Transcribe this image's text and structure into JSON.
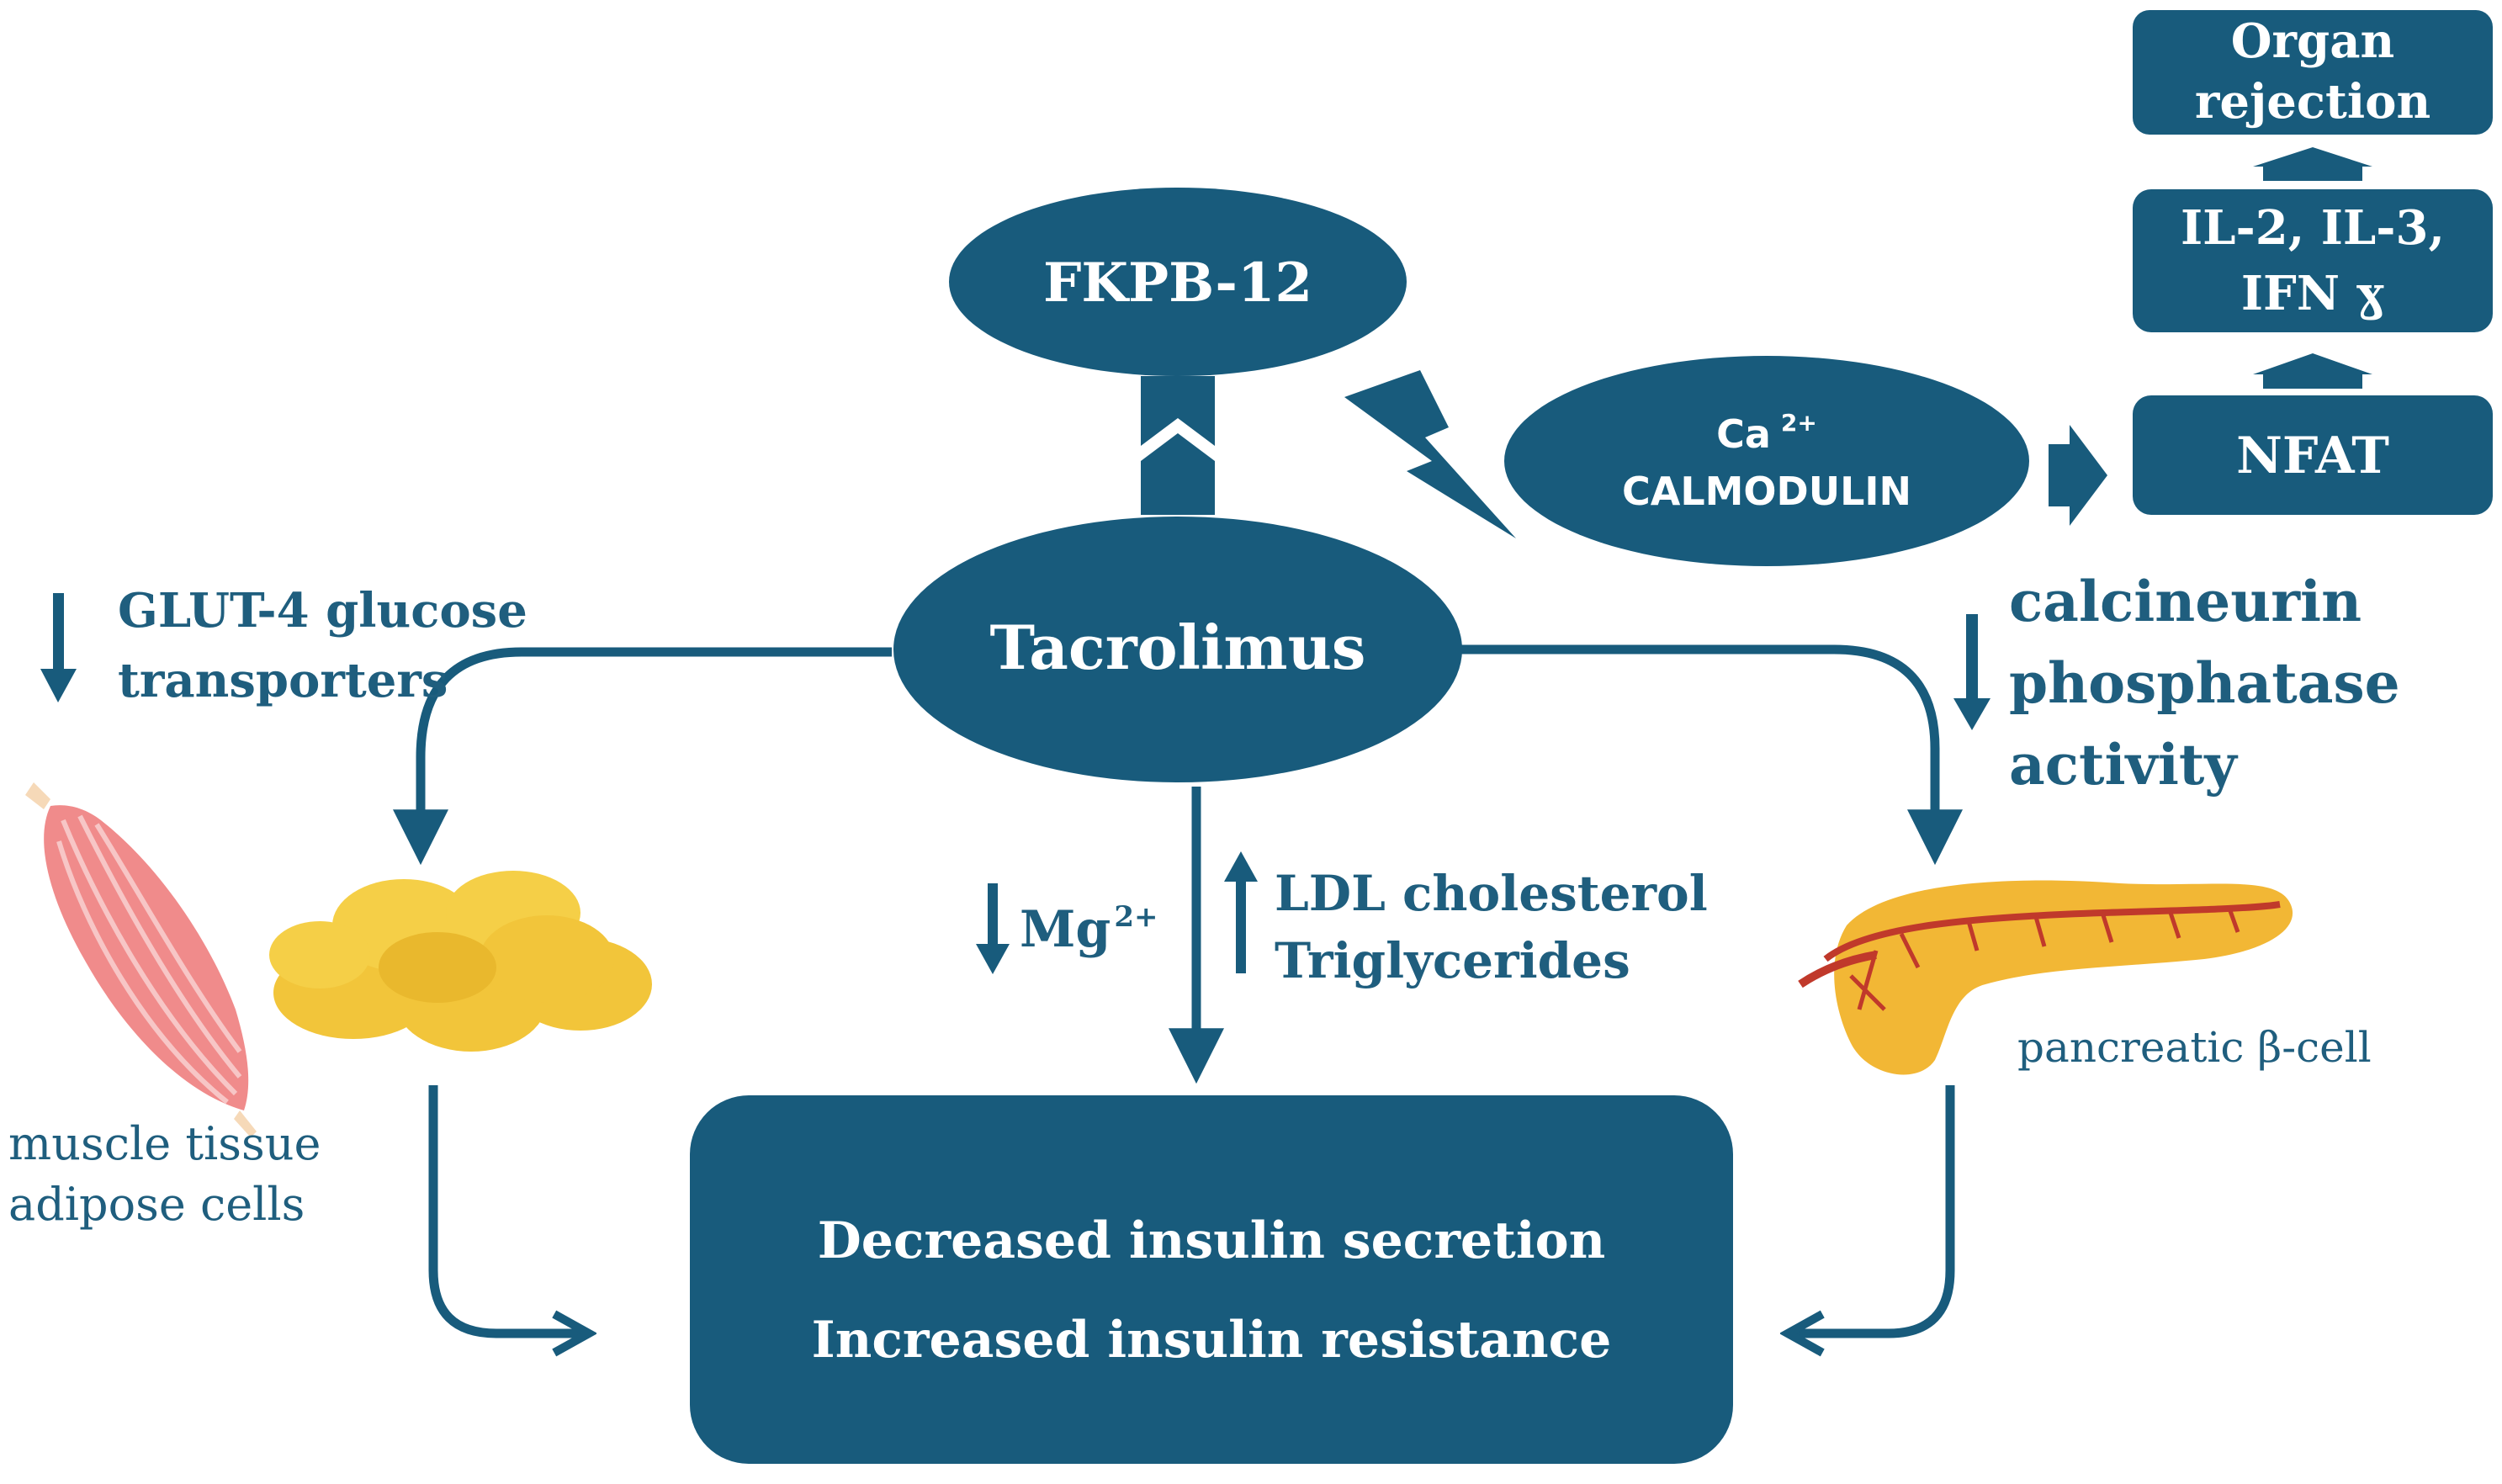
{
  "colors": {
    "primary": "#185b7c",
    "text_dark": "#1f5e7e",
    "muscle": "#f08b8b",
    "fat": "#f2c53a",
    "pancreas": "#f2b735",
    "background": "#ffffff"
  },
  "nodes": {
    "fkpb": "FKPB-12",
    "tacrolimus": "Tacrolimus",
    "ca_line1": "Ca",
    "ca_superscript": "2+",
    "ca_line2": "CALMODULIN",
    "nfat": "NFAT",
    "interleukins_line1": "IL-2, IL-3,",
    "interleukins_line2": "IFN ɣ",
    "organ_line1": "Organ",
    "organ_line2": "rejection",
    "outcome_line1": "Decreased insulin secretion",
    "outcome_line2": "Increased insulin resistance"
  },
  "labels": {
    "glut_line1": "GLUT-4 glucose",
    "glut_line2": "transporters",
    "mg": "Mg",
    "mg_superscript": "2+",
    "ldl_line1": "LDL cholesterol",
    "ldl_line2": "Triglycerides",
    "calcineurin_line1": "calcineurin",
    "calcineurin_line2": "phosphatase",
    "calcineurin_line3": "activity",
    "tissue_line1": "muscle tissue",
    "tissue_line2": "adipose cells",
    "pancreas": "pancreatic β-cell"
  },
  "icons": [
    "muscle-icon",
    "adipose-icon",
    "pancreas-icon",
    "lightning-icon",
    "down-arrow-icon",
    "up-arrow-icon"
  ]
}
